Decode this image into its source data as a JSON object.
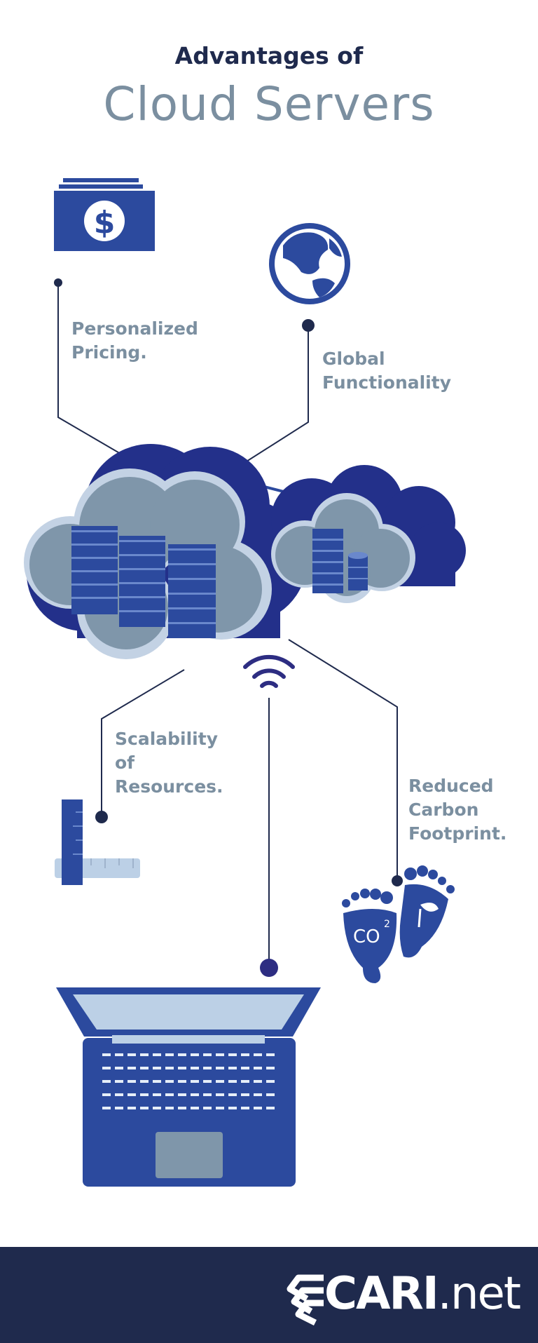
{
  "title": {
    "line1": "Advantages of",
    "line2": "Cloud Servers"
  },
  "advantages": [
    {
      "lines": [
        "Personalized",
        "Pricing."
      ],
      "icon": "money-icon"
    },
    {
      "lines": [
        "Global",
        "Functionality"
      ],
      "icon": "globe-icon"
    },
    {
      "lines": [
        "Scalability",
        "of",
        "Resources."
      ],
      "icon": "ruler-icon"
    },
    {
      "lines": [
        "Reduced",
        "Carbon",
        "Footprint."
      ],
      "icon": "footprint-icon"
    }
  ],
  "footprint_badge": {
    "text": "CO",
    "superscript": "2"
  },
  "brand": {
    "main": "CARI",
    "suffix": ".net"
  },
  "colors": {
    "navy": "#1f2a4d",
    "blue": "#2c4a9e",
    "gray": "#7b8fa0",
    "light": "#bcd0e6"
  }
}
